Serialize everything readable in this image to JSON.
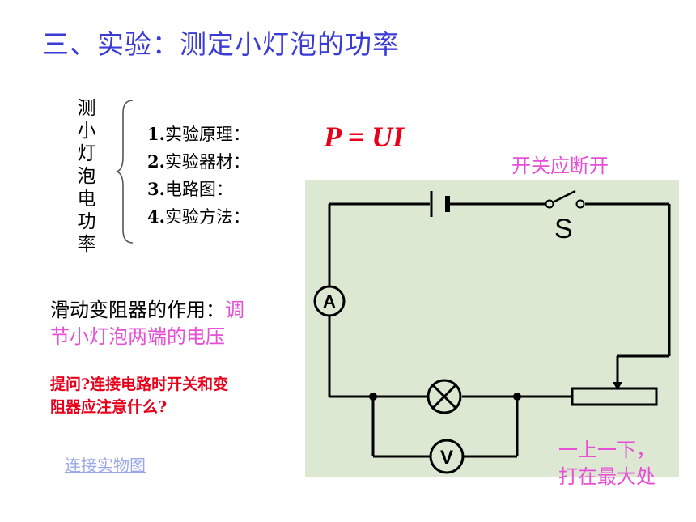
{
  "title": "三、实验：测定小灯泡的功率",
  "side_label": [
    "测",
    "小",
    "灯",
    "泡",
    "电",
    "功",
    "率"
  ],
  "steps": [
    {
      "num": "1.",
      "text": "实验原理："
    },
    {
      "num": "2.",
      "text": "实验器材："
    },
    {
      "num": "3.",
      "text": "电路图："
    },
    {
      "num": "4.",
      "text": "实验方法："
    }
  ],
  "formula": "P = UI",
  "switch_note": "开关应断开",
  "circuit": {
    "switch_label": "S",
    "ammeter_label": "A",
    "voltmeter_label": "V",
    "background": "#dde8d3"
  },
  "rheostat_role": {
    "prefix": "滑动变阻器的作用：",
    "answer_start": "调",
    "answer_rest": "节小灯泡两端的电压"
  },
  "question": {
    "line1": "提问?连接电路时开关和变",
    "line2": "阻器应注意什么?"
  },
  "link_text": "连接实物图",
  "rheostat_note": {
    "line1": "一上一下，",
    "line2": "打在最大处"
  },
  "colors": {
    "title": "#3a3ad6",
    "formula": "#e8001a",
    "pink": "#e64fd6",
    "question": "#e8001a",
    "link": "#9aa8ea"
  }
}
